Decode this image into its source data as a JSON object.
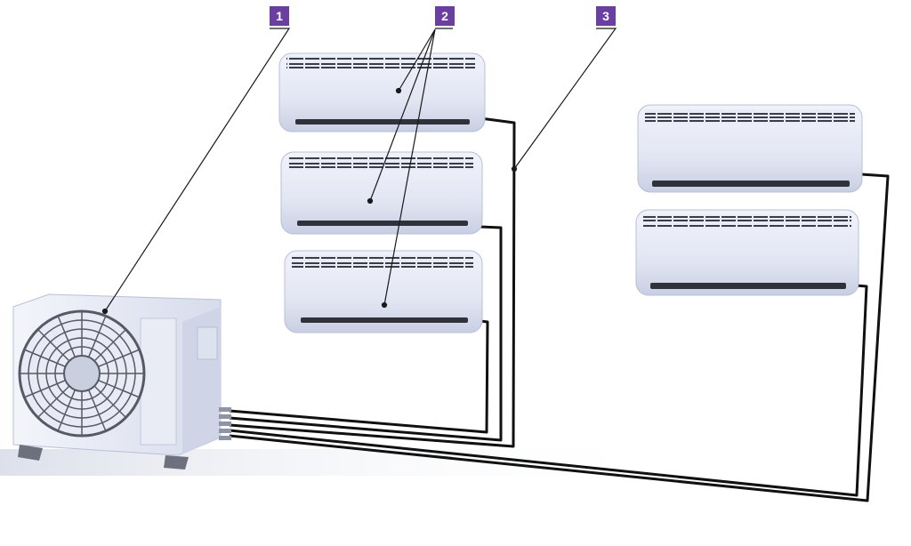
{
  "diagram": {
    "callouts": [
      {
        "number": "1"
      },
      {
        "number": "2"
      },
      {
        "number": "3"
      }
    ]
  },
  "colors": {
    "callout_background": "#6a3fa0",
    "callout_text": "#ffffff",
    "unit_body": "#e4e8f5",
    "unit_shadow": "#b9c0d6",
    "pipe": "#111111",
    "leader_line": "#1a1a1a"
  }
}
